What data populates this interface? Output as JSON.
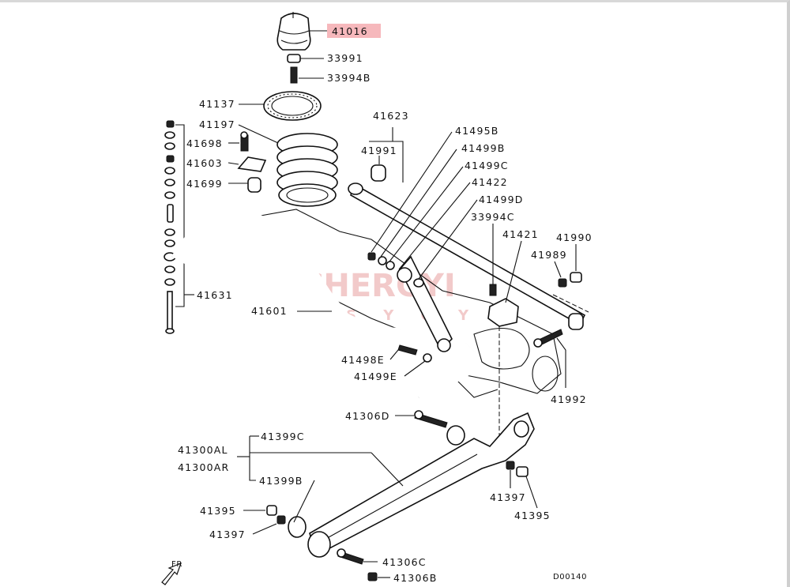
{
  "labels": {
    "p41016": "41016",
    "p33991": "33991",
    "p33994B": "33994B",
    "p41137": "41137",
    "p41197": "41197",
    "p41698": "41698",
    "p41603": "41603",
    "p41699": "41699",
    "p41631": "41631",
    "p41601": "41601",
    "p41623": "41623",
    "p41991": "41991",
    "p41495B": "41495B",
    "p41499B": "41499B",
    "p41499C": "41499C",
    "p41422": "41422",
    "p41499D": "41499D",
    "p33994C": "33994C",
    "p41421": "41421",
    "p41990": "41990",
    "p41989": "41989",
    "p41498E": "41498E",
    "p41499E": "41499E",
    "p41992": "41992",
    "p41306D": "41306D",
    "p41399C": "41399C",
    "p41300AL": "41300AL",
    "p41300AR": "41300AR",
    "p41399B": "41399B",
    "p41395a": "41395",
    "p41397a": "41397",
    "p41397b": "41397",
    "p41395b": "41395",
    "p41306C": "41306C",
    "p41306B": "41306B"
  },
  "highlight_color": "#f6b8bc",
  "watermark": {
    "main": "CHERGYI",
    "sub": "S Y C Y"
  },
  "direction": "FR",
  "diagram_code": "D00140"
}
